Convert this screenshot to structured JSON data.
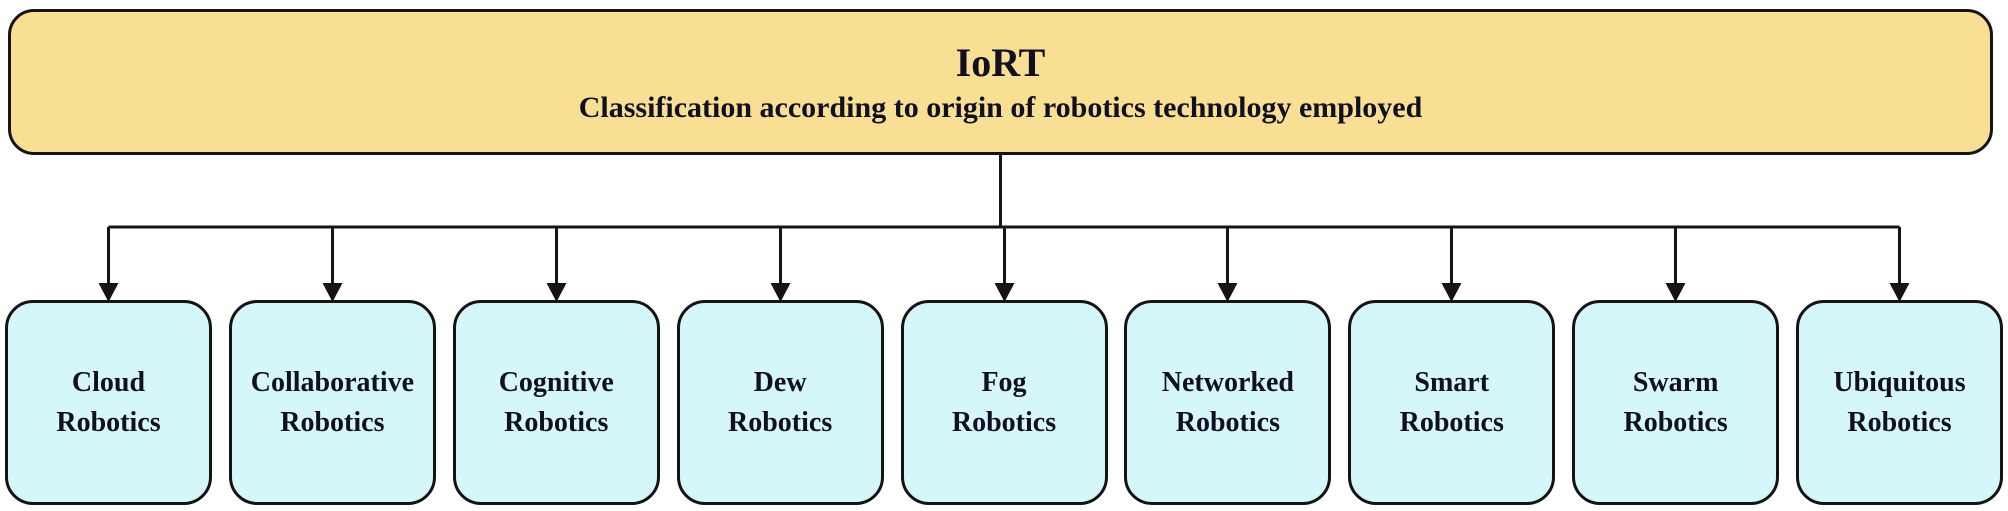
{
  "diagram": {
    "root": {
      "title": "IoRT",
      "subtitle": "Classification according to origin of robotics technology employed"
    },
    "children": [
      {
        "label": "Cloud Robotics",
        "lines": [
          "Cloud",
          "Robotics"
        ]
      },
      {
        "label": "Collaborative Robotics",
        "lines": [
          "Collaborative",
          "Robotics"
        ]
      },
      {
        "label": "Cognitive Robotics",
        "lines": [
          "Cognitive",
          "Robotics"
        ]
      },
      {
        "label": "Dew Robotics",
        "lines": [
          "Dew",
          "Robotics"
        ]
      },
      {
        "label": "Fog Robotics",
        "lines": [
          "Fog",
          "Robotics"
        ]
      },
      {
        "label": "Networked Robotics",
        "lines": [
          "Networked",
          "Robotics"
        ]
      },
      {
        "label": "Smart Robotics",
        "lines": [
          "Smart",
          "Robotics"
        ]
      },
      {
        "label": "Swarm Robotics",
        "lines": [
          "Swarm",
          "Robotics"
        ]
      },
      {
        "label": "Ubiquitous Robotics",
        "lines": [
          "Ubiquitous",
          "Robotics"
        ]
      }
    ],
    "colors": {
      "root_fill": "#F9DF94",
      "child_fill": "#D6F7FA",
      "line": "#141414",
      "text": "#101020",
      "background": "#FFFFFF"
    }
  }
}
